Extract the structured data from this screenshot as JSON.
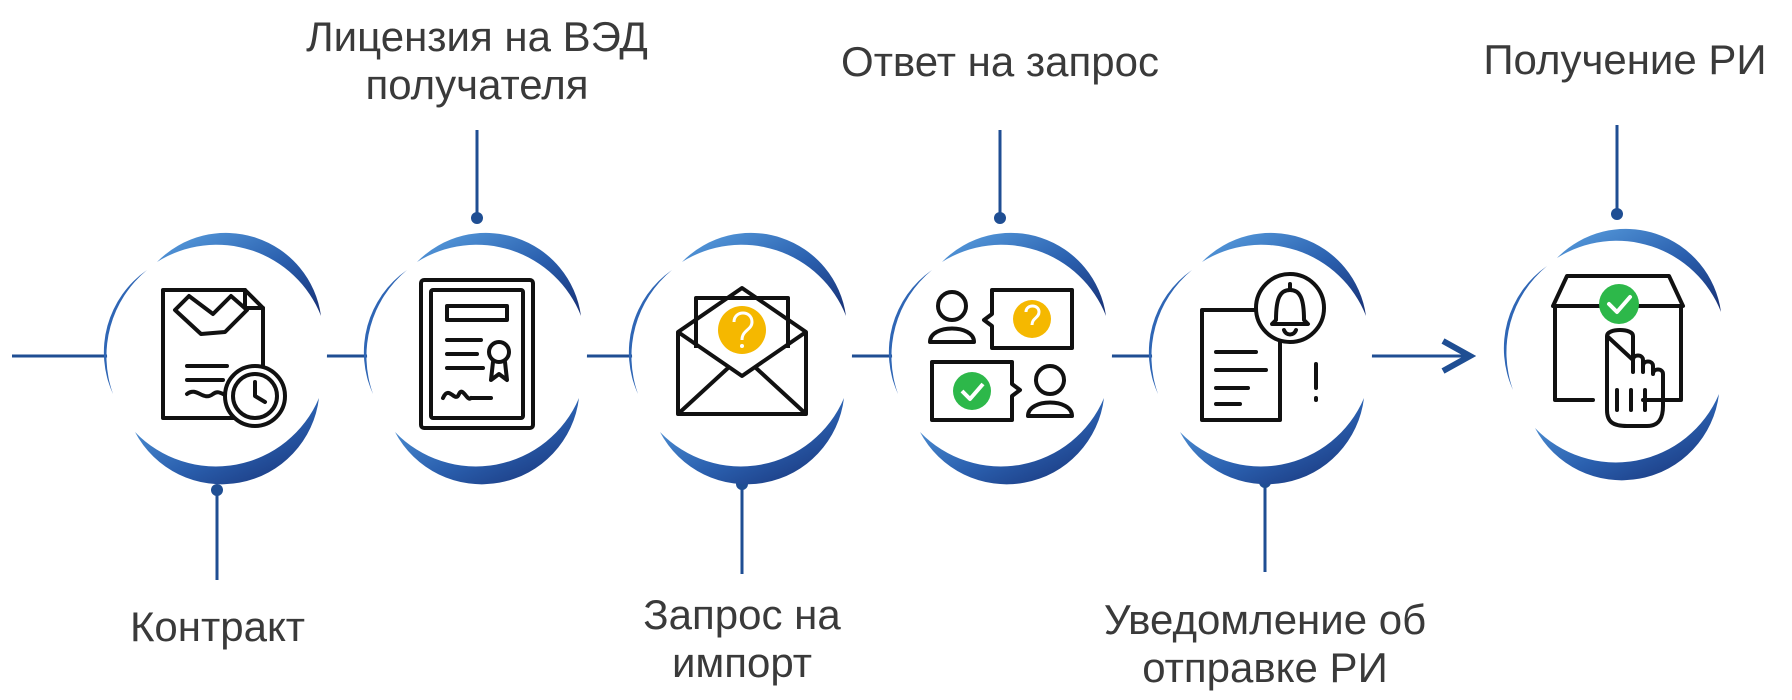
{
  "colors": {
    "accent": "#1f4e93",
    "ring_light": "#4a8fd6",
    "ring_dark": "#1b3f87",
    "icon_yellow": "#f5b800",
    "icon_green": "#2db84a"
  },
  "steps": [
    {
      "id": "contract",
      "lines": [
        "Контракт"
      ],
      "icon": "contract-handshake-icon"
    },
    {
      "id": "license",
      "lines": [
        "Лицензия на ВЭД",
        "получателя"
      ],
      "icon": "certificate-icon"
    },
    {
      "id": "request",
      "lines": [
        "Запрос на",
        "импорт"
      ],
      "icon": "envelope-question-icon"
    },
    {
      "id": "answer",
      "lines": [
        "Ответ на запрос"
      ],
      "icon": "chat-answer-icon"
    },
    {
      "id": "notification",
      "lines": [
        "Уведомление об",
        "отправке РИ"
      ],
      "icon": "document-bell-icon"
    },
    {
      "id": "receipt",
      "lines": [
        "Получение РИ"
      ],
      "icon": "box-check-hand-icon"
    }
  ]
}
